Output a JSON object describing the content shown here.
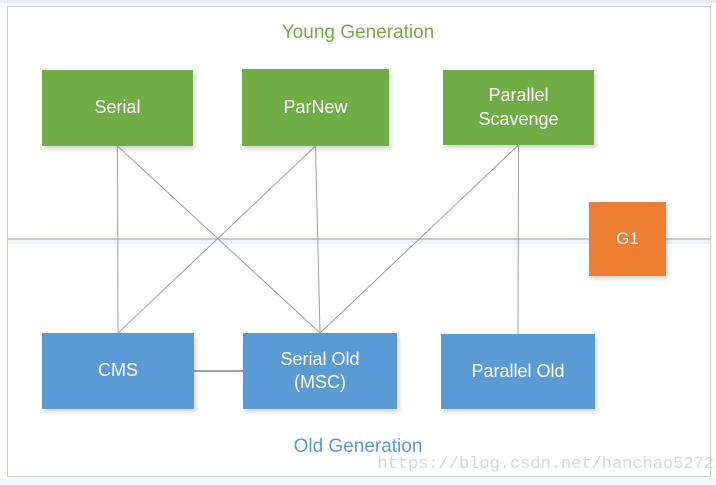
{
  "sections": {
    "young": {
      "title": "Young Generation",
      "title_color": "#70ad47"
    },
    "old": {
      "title": "Old Generation",
      "title_color": "#5b9bd5"
    }
  },
  "nodes": {
    "serial": {
      "label": "Serial",
      "generation": "young"
    },
    "parnew": {
      "label": "ParNew",
      "generation": "young"
    },
    "parallel_scavenge": {
      "line1": "Parallel",
      "line2": "Scavenge",
      "generation": "young"
    },
    "g1": {
      "label": "G1",
      "generation": "both"
    },
    "cms": {
      "label": "CMS",
      "generation": "old"
    },
    "serial_old": {
      "line1": "Serial Old",
      "line2": "(MSC)",
      "generation": "old"
    },
    "parallel_old": {
      "label": "Parallel Old",
      "generation": "old"
    }
  },
  "edges": [
    {
      "from": "serial",
      "to": "cms"
    },
    {
      "from": "serial",
      "to": "serial_old"
    },
    {
      "from": "parnew",
      "to": "serial_old"
    },
    {
      "from": "parnew",
      "to": "cms"
    },
    {
      "from": "parallel_scavenge",
      "to": "parallel_old"
    },
    {
      "from": "parallel_scavenge",
      "to": "serial_old"
    },
    {
      "from": "cms",
      "to": "serial_old"
    }
  ],
  "colors": {
    "young_box": "#70ad47",
    "old_box": "#5b9bd5",
    "g1_box": "#ed7d31",
    "edge": "#a0a09e",
    "divider": "#c6ccd1",
    "frame_border": "#c9cdd0",
    "watermark_text": "#d8d8d8"
  },
  "watermark": {
    "text": "https://blog.csdn.net/hanchao5272"
  }
}
